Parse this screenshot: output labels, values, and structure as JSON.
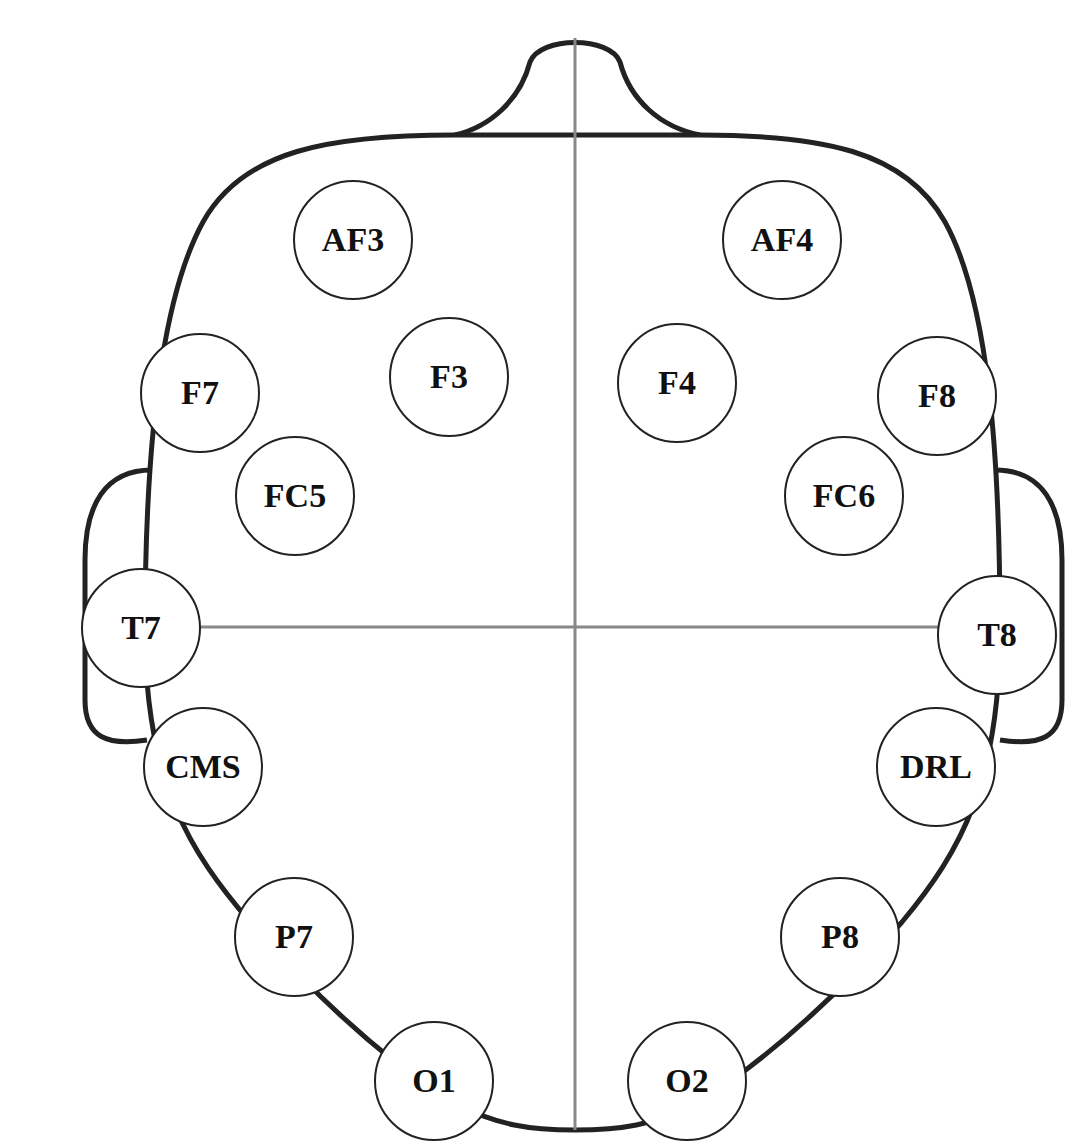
{
  "diagram": {
    "nodes": [
      {
        "text": [
          "AF3"
        ]
      },
      {
        "text": [
          "AF4"
        ]
      },
      {
        "text": [
          "F7"
        ]
      },
      {
        "text": [
          "F3"
        ]
      },
      {
        "text": [
          "F4"
        ]
      },
      {
        "text": [
          "F8"
        ]
      },
      {
        "text": [
          "FC5"
        ]
      },
      {
        "text": [
          "FC6"
        ]
      },
      {
        "text": [
          "T7"
        ]
      },
      {
        "text": [
          "T8"
        ]
      },
      {
        "text": [
          "CMS"
        ]
      },
      {
        "text": [
          "DRL"
        ]
      },
      {
        "text": [
          "P7"
        ]
      },
      {
        "text": [
          "P8"
        ]
      },
      {
        "text": [
          "O1"
        ]
      },
      {
        "text": [
          "O2"
        ]
      }
    ]
  }
}
